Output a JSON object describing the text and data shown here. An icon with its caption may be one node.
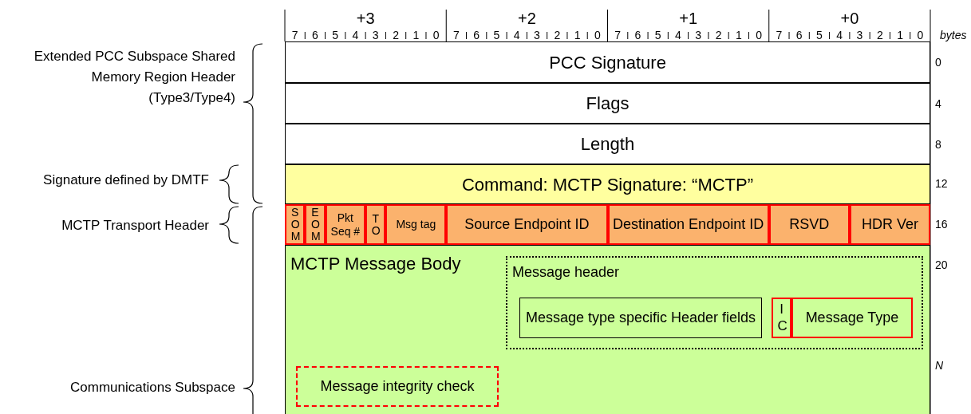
{
  "diagram": {
    "nodes": [
      {
        "text": [
          "PCC Signature"
        ]
      },
      {
        "text": [
          "Flags"
        ]
      },
      {
        "text": [
          "Length"
        ]
      },
      {
        "text": [
          "Command: MCTP Signature: “MCTP”"
        ]
      },
      {
        "text": [
          "S O M"
        ]
      },
      {
        "text": [
          "E O M"
        ]
      },
      {
        "text": [
          "Pkt Seq #"
        ]
      },
      {
        "text": [
          "T O"
        ]
      },
      {
        "text": [
          "Msg tag"
        ]
      },
      {
        "text": [
          "Source Endpoint ID"
        ]
      },
      {
        "text": [
          "Destination Endpoint ID"
        ]
      },
      {
        "text": [
          "RSVD"
        ]
      },
      {
        "text": [
          "HDR Ver"
        ]
      },
      {
        "text": [
          "MCTP Message Body"
        ]
      },
      {
        "text": [
          "Message header"
        ],
        "in": 13
      },
      {
        "text": [
          "Message type specific Header fields"
        ],
        "in": 14
      },
      {
        "text": [
          "I C"
        ],
        "in": 14
      },
      {
        "text": [
          "Message Type"
        ],
        "in": 14
      },
      {
        "text": [
          "Message integrity check"
        ],
        "in": 13
      }
    ],
    "labels": [
      "+3",
      "+2",
      "+1",
      "+0",
      "7",
      "6",
      "5",
      "4",
      "3",
      "2",
      "1",
      "0",
      "7",
      "6",
      "5",
      "4",
      "3",
      "2",
      "1",
      "0",
      "7",
      "6",
      "5",
      "4",
      "3",
      "2",
      "1",
      "0",
      "7",
      "6",
      "5",
      "4",
      "3",
      "2",
      "1",
      "0",
      "bytes",
      "Extended PCC Subspace Shared Memory Region Header (Type3/Type4)",
      "0",
      "4",
      "8",
      "Signature defined by DMTF",
      "12",
      "MCTP Transport Header",
      "16",
      "20",
      "N",
      "Communications Subspace"
    ]
  }
}
